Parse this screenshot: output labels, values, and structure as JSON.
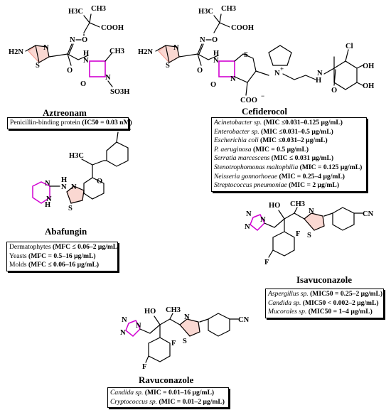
{
  "compounds": {
    "aztreonam": {
      "name": "Aztreonam",
      "activity": [
        {
          "organism": "Penicillin-binding protein",
          "value": "(IC50 = 0.03 nM)"
        }
      ]
    },
    "cefiderocol": {
      "name": "Cefiderocol",
      "activity": [
        {
          "organism": "Acinetobacter sp.",
          "value": "(MIC ≤0.031–0.125 μg/mL)"
        },
        {
          "organism": "Enterobacter sp.",
          "value": "(MIC ≤0.031–0.5 μg/mL)"
        },
        {
          "organism": "Escherichia coli",
          "value": "(MIC ≤0.031–2 μg/mL)"
        },
        {
          "organism": "P. aeruginosa",
          "value": "(MIC = 0.5 μg/mL)"
        },
        {
          "organism": "Serratia marcescens",
          "value": "(MIC ≤ 0.031 μg/mL)"
        },
        {
          "organism": "Stenotrophomonas maltophilia",
          "value": "(MIC = 0.125 μg/mL)"
        },
        {
          "organism": "Neisseria gonnorhoeae",
          "value": "(MIC = 0.25–4 μg/mL)"
        },
        {
          "organism": "Streptococcus pneumoniae",
          "value": "(MIC = 2 μg/mL)"
        }
      ]
    },
    "abafungin": {
      "name": "Abafungin",
      "activity": [
        {
          "organism": "Dermatophytes",
          "value": "(MFC ≤ 0.06–2 μg/mL)"
        },
        {
          "organism": "Yeasts",
          "value": "(MFC = 0.5–16 μg/mL)"
        },
        {
          "organism": "Molds",
          "value": "(MFC ≤ 0.06–16 μg/mL)"
        }
      ]
    },
    "isavuconazole": {
      "name": "Isavuconazole",
      "activity": [
        {
          "organism": "Aspergillus sp.",
          "value": "(MIC50 = 0.25–2 μg/mL)"
        },
        {
          "organism": "Candida sp.",
          "value": "(MIC50 < 0.002–2 μg/mL)"
        },
        {
          "organism": "Mucorales sp.",
          "value": "(MIC50 = 1–4 μg/mL)"
        }
      ]
    },
    "ravuconazole": {
      "name": "Ravuconazole",
      "activity": [
        {
          "organism": "Candida sp.",
          "value": "(MIC = 0.01–16 μg/mL)"
        },
        {
          "organism": "Cryptococcus sp.",
          "value": "(MIC = 0.01–2 μg/mL)"
        }
      ]
    }
  },
  "atom_labels": {
    "h3c": "H3C",
    "ch3": "CH3",
    "cooh": "COOH",
    "n": "N",
    "o": "O",
    "s": "S",
    "h": "H",
    "h2n": "H2N",
    "nh": "NH",
    "so3h": "SO3H",
    "coo_minus": "COO",
    "n_plus": "N",
    "cl": "Cl",
    "oh": "OH",
    "f": "F",
    "ho": "HO",
    "cn": "CN",
    "h3c_abaf": "H3C"
  },
  "colors": {
    "thiazole_ring": "#e8523c",
    "beta_lactam": "#d100d1",
    "triazole": "#d100d1",
    "pyrimidine": "#d100d1",
    "bond": "#000000"
  }
}
